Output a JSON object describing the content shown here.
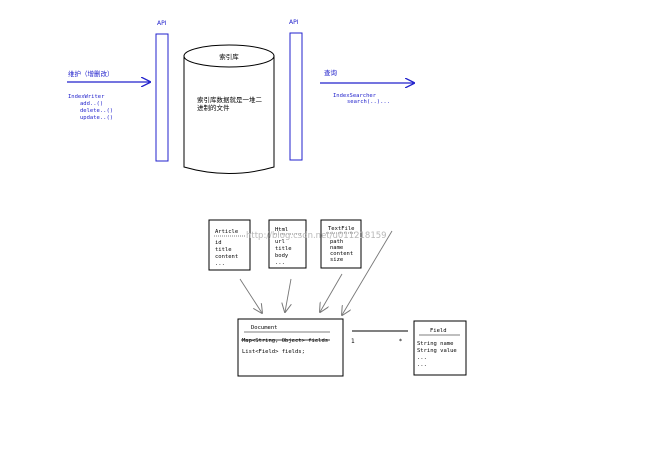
{
  "colors": {
    "blue": "#2222cc",
    "black": "#000000",
    "gray": "#777777",
    "watermark": "#b8b8b8"
  },
  "top": {
    "api_left": "API",
    "api_right": "API",
    "index_store_title": "索引库",
    "index_store_desc_line1": "索引库数据就是一堆二",
    "index_store_desc_line2": "进制的文件",
    "maintain_label": "维护（增删改）",
    "writer_lines": [
      "IndexWriter",
      "add..()",
      "delete..()",
      "update..()"
    ],
    "query_label": "查询",
    "searcher_lines": [
      "IndexSearcher",
      "search(..)..."
    ]
  },
  "bottom": {
    "watermark": "http://blog.csdn.net/u011218159",
    "article": {
      "title": "Article",
      "fields": [
        "id",
        "title",
        "content",
        "..."
      ]
    },
    "html": {
      "title": "Html",
      "fields": [
        "url",
        "title",
        "body",
        "..."
      ]
    },
    "textfile": {
      "title": "TextFile",
      "fields": [
        "path",
        "name",
        "content",
        "size"
      ]
    },
    "document": {
      "title": "Document",
      "line1": "Map<String, Object> fields",
      "line2": "List<Field> fields;"
    },
    "field": {
      "title": "Field",
      "fields": [
        "String name",
        "String value",
        "...",
        "..."
      ]
    },
    "mult_left": "1",
    "mult_right": "*"
  }
}
